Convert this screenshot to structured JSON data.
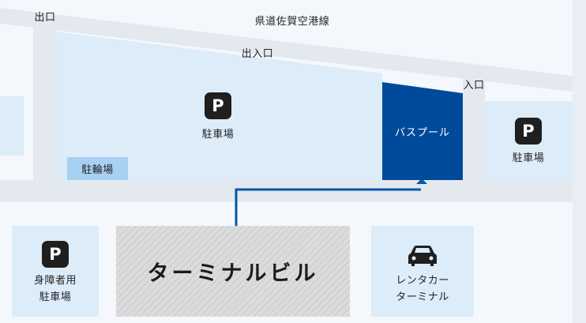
{
  "roads": {
    "prefectural_road": "県道佐賀空港線",
    "exit": "出口",
    "entrance_exit": "出入口",
    "entrance": "入口"
  },
  "facilities": {
    "main_parking": {
      "icon": "parking-icon",
      "icon_text": "P",
      "label": "駐車場"
    },
    "east_parking": {
      "icon": "parking-icon",
      "icon_text": "P",
      "label": "駐車場"
    },
    "accessible_parking": {
      "icon": "parking-icon",
      "icon_text": "P",
      "label_line1": "身障者用",
      "label_line2": "駐車場"
    },
    "bus_pool": {
      "label": "バスプール"
    },
    "bicycle_parking": {
      "label": "駐輪場"
    },
    "terminal_building": {
      "label": "ターミナルビル"
    },
    "rental_car": {
      "icon": "car-icon",
      "label_line1": "レンタカー",
      "label_line2": "ターミナル"
    }
  },
  "colors": {
    "road": "#e3e9ef",
    "lot": "#dcecf9",
    "bus_pool": "#004a9b",
    "bicycle": "#a7d0f2",
    "route_arrow": "#0058a8",
    "icon": "#1f1f1f"
  }
}
